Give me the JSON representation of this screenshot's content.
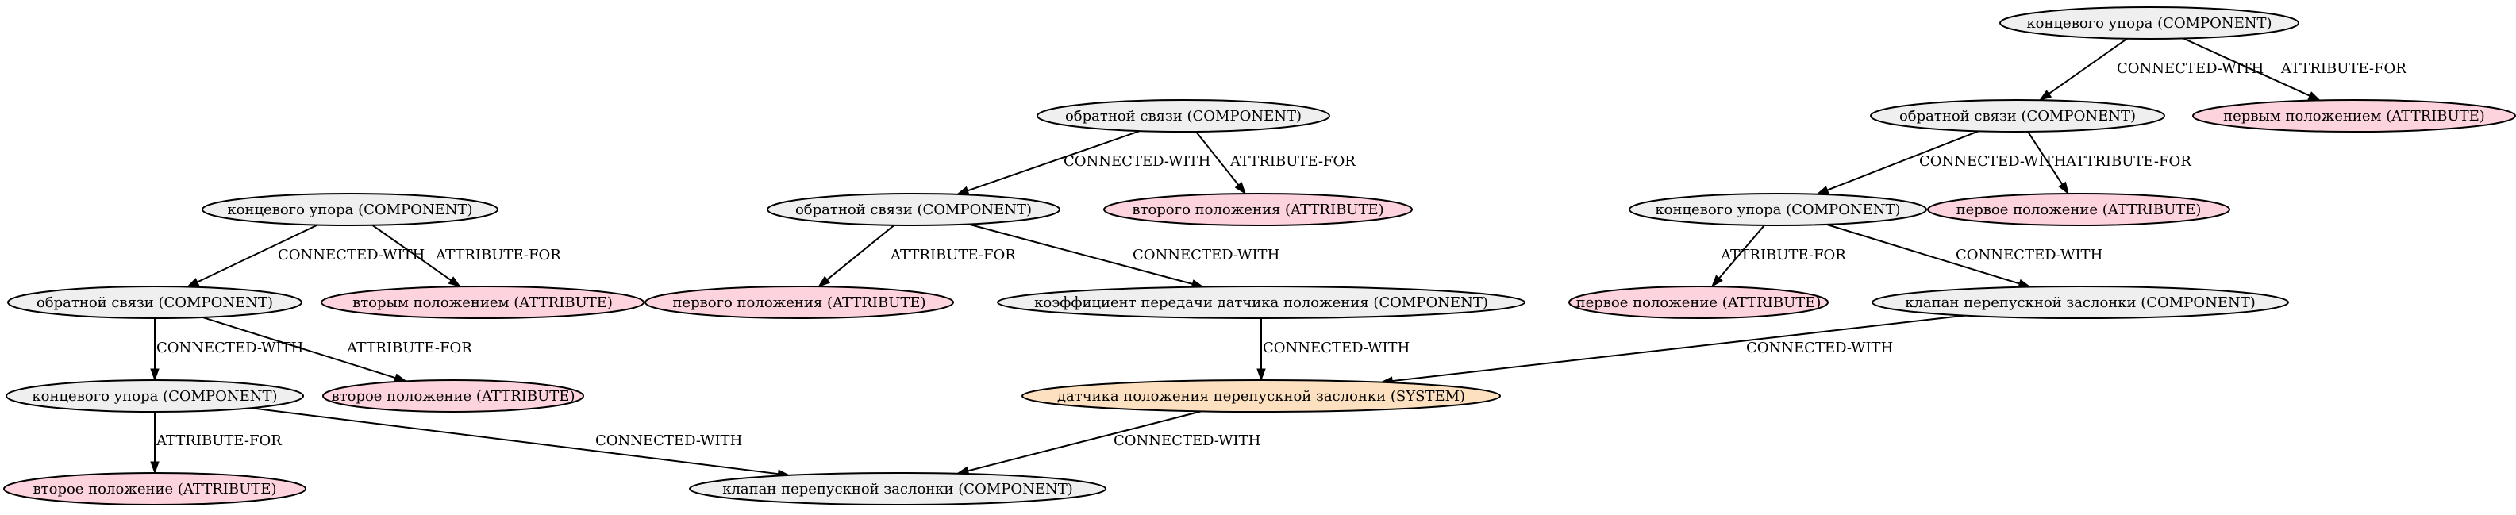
{
  "colors": {
    "COMPONENT": "#efefef",
    "ATTRIBUTE": "#fdd3dd",
    "SYSTEM": "#fde0bf",
    "stroke": "#000000"
  },
  "nodes": [
    {
      "id": "a1",
      "label": "концевого упора (COMPONENT)",
      "type": "COMPONENT"
    },
    {
      "id": "a2",
      "label": "обратной связи (COMPONENT)",
      "type": "COMPONENT"
    },
    {
      "id": "a3",
      "label": "вторым положением (ATTRIBUTE)",
      "type": "ATTRIBUTE"
    },
    {
      "id": "a4",
      "label": "концевого упора (COMPONENT)",
      "type": "COMPONENT"
    },
    {
      "id": "a5",
      "label": "второе положение (ATTRIBUTE)",
      "type": "ATTRIBUTE"
    },
    {
      "id": "a6",
      "label": "второе положение (ATTRIBUTE)",
      "type": "ATTRIBUTE"
    },
    {
      "id": "b1",
      "label": "обратной связи (COMPONENT)",
      "type": "COMPONENT"
    },
    {
      "id": "b2",
      "label": "обратной связи (COMPONENT)",
      "type": "COMPONENT"
    },
    {
      "id": "b3",
      "label": "второго положения (ATTRIBUTE)",
      "type": "ATTRIBUTE"
    },
    {
      "id": "b4",
      "label": "первого положения (ATTRIBUTE)",
      "type": "ATTRIBUTE"
    },
    {
      "id": "b5",
      "label": "коэффициент передачи датчика положения (COMPONENT)",
      "type": "COMPONENT"
    },
    {
      "id": "s1",
      "label": "датчика положения перепускной заслонки (SYSTEM)",
      "type": "SYSTEM"
    },
    {
      "id": "k1",
      "label": "клапан перепускной заслонки (COMPONENT)",
      "type": "COMPONENT"
    },
    {
      "id": "c1",
      "label": "концевого упора (COMPONENT)",
      "type": "COMPONENT"
    },
    {
      "id": "c2",
      "label": "обратной связи (COMPONENT)",
      "type": "COMPONENT"
    },
    {
      "id": "c3",
      "label": "первым положением (ATTRIBUTE)",
      "type": "ATTRIBUTE"
    },
    {
      "id": "c4",
      "label": "концевого упора (COMPONENT)",
      "type": "COMPONENT"
    },
    {
      "id": "c5",
      "label": "первое положение (ATTRIBUTE)",
      "type": "ATTRIBUTE"
    },
    {
      "id": "c6",
      "label": "первое положение (ATTRIBUTE)",
      "type": "ATTRIBUTE"
    },
    {
      "id": "c7",
      "label": "клапан перепускной заслонки (COMPONENT)",
      "type": "COMPONENT"
    }
  ],
  "edges": [
    {
      "from": "a1",
      "to": "a2",
      "label": "CONNECTED-WITH"
    },
    {
      "from": "a1",
      "to": "a3",
      "label": "ATTRIBUTE-FOR"
    },
    {
      "from": "a2",
      "to": "a4",
      "label": "CONNECTED-WITH"
    },
    {
      "from": "a2",
      "to": "a5",
      "label": "ATTRIBUTE-FOR"
    },
    {
      "from": "a4",
      "to": "a6",
      "label": "ATTRIBUTE-FOR"
    },
    {
      "from": "a4",
      "to": "k1",
      "label": "CONNECTED-WITH"
    },
    {
      "from": "b1",
      "to": "b2",
      "label": "CONNECTED-WITH"
    },
    {
      "from": "b1",
      "to": "b3",
      "label": "ATTRIBUTE-FOR"
    },
    {
      "from": "b2",
      "to": "b4",
      "label": "ATTRIBUTE-FOR"
    },
    {
      "from": "b2",
      "to": "b5",
      "label": "CONNECTED-WITH"
    },
    {
      "from": "b5",
      "to": "s1",
      "label": "CONNECTED-WITH"
    },
    {
      "from": "s1",
      "to": "k1",
      "label": "CONNECTED-WITH"
    },
    {
      "from": "c1",
      "to": "c2",
      "label": "CONNECTED-WITH"
    },
    {
      "from": "c1",
      "to": "c3",
      "label": "ATTRIBUTE-FOR"
    },
    {
      "from": "c2",
      "to": "c4",
      "label": "CONNECTED-WITH"
    },
    {
      "from": "c2",
      "to": "c5",
      "label": "ATTRIBUTE-FOR"
    },
    {
      "from": "c4",
      "to": "c6",
      "label": "ATTRIBUTE-FOR"
    },
    {
      "from": "c4",
      "to": "c7",
      "label": "CONNECTED-WITH"
    },
    {
      "from": "c7",
      "to": "s1",
      "label": "CONNECTED-WITH"
    }
  ]
}
